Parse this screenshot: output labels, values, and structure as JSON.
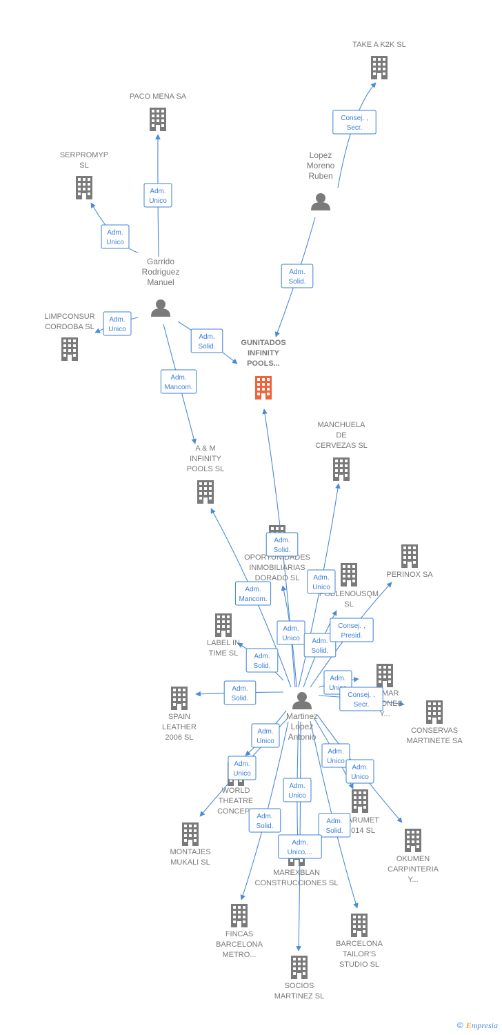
{
  "nodes": [
    {
      "id": "gunitados",
      "type": "company",
      "main": true,
      "lines": [
        "GUNITADOS",
        "INFINITY",
        "POOLS..."
      ]
    },
    {
      "id": "take_a_k2k",
      "type": "company",
      "lines": [
        "TAKE A K2K SL"
      ]
    },
    {
      "id": "paco_mena",
      "type": "company",
      "lines": [
        "PACO MENA SA"
      ]
    },
    {
      "id": "serpromyp",
      "type": "company",
      "lines": [
        "SERPROMYP",
        "SL"
      ]
    },
    {
      "id": "limpconsur",
      "type": "company",
      "lines": [
        "LIMPCONSUR",
        "CORDOBA SL"
      ]
    },
    {
      "id": "lopez_moreno",
      "type": "person",
      "lines": [
        "Lopez",
        "Moreno",
        "Ruben"
      ]
    },
    {
      "id": "garrido",
      "type": "person",
      "lines": [
        "Garrido",
        "Rodriguez",
        "Manuel"
      ]
    },
    {
      "id": "am_infinity",
      "type": "company",
      "lines": [
        "A & M",
        "INFINITY",
        "POOLS SL"
      ]
    },
    {
      "id": "manchuela",
      "type": "company",
      "lines": [
        "MANCHUELA",
        "DE",
        "CERVEZAS SL"
      ]
    },
    {
      "id": "oportunidades",
      "type": "company",
      "lines": [
        "OPORTUNIDADES",
        "INMOBILIARIAS",
        "DORADO SL"
      ]
    },
    {
      "id": "poblenousqm",
      "type": "company",
      "lines": [
        "POBLENOUSQM",
        "SL"
      ]
    },
    {
      "id": "perinox",
      "type": "company",
      "lines": [
        "PERINOX SA"
      ]
    },
    {
      "id": "label_in_time",
      "type": "company",
      "lines": [
        "LABEL IN",
        "TIME SL"
      ]
    },
    {
      "id": "aismar",
      "type": "company",
      "lines": [
        "...SMAR",
        "...CIONES",
        "Y..."
      ]
    },
    {
      "id": "conservas",
      "type": "company",
      "lines": [
        "CONSERVAS",
        "MARTINETE SA"
      ]
    },
    {
      "id": "martinez",
      "type": "person",
      "lines": [
        "Martinez",
        "Lopez",
        "Antonio"
      ]
    },
    {
      "id": "spain_leather",
      "type": "company",
      "lines": [
        "SPAIN",
        "LEATHER",
        "2006 SL"
      ]
    },
    {
      "id": "world_theatre",
      "type": "company",
      "lines": [
        "WORLD",
        "THEATRE",
        "CONCEPT"
      ]
    },
    {
      "id": "montajes",
      "type": "company",
      "lines": [
        "MONTAJES",
        "MUKALI SL"
      ]
    },
    {
      "id": "barumet",
      "type": "company",
      "lines": [
        "...ARUMET",
        "...014 SL"
      ]
    },
    {
      "id": "okumen",
      "type": "company",
      "lines": [
        "OKUMEN",
        "CARPINTERIA",
        "Y..."
      ]
    },
    {
      "id": "marexblan",
      "type": "company",
      "lines": [
        "MAREXBLAN",
        "CONSTRUCCIONES SL"
      ]
    },
    {
      "id": "fincas",
      "type": "company",
      "lines": [
        "FINCAS",
        "BARCELONA",
        "METRO..."
      ]
    },
    {
      "id": "barcelona_tailors",
      "type": "company",
      "lines": [
        "BARCELONA",
        "TAILOR'S",
        "STUDIO SL"
      ]
    },
    {
      "id": "socios",
      "type": "company",
      "lines": [
        "SOCIOS",
        "MARTINEZ SL"
      ]
    }
  ],
  "edges": [
    {
      "from": "lopez_moreno",
      "to": "take_a_k2k",
      "label": [
        "Consej. ,",
        "Secr."
      ]
    },
    {
      "from": "lopez_moreno",
      "to": "gunitados",
      "label": [
        "Adm.",
        "Solid."
      ]
    },
    {
      "from": "garrido",
      "to": "paco_mena",
      "label": [
        "Adm.",
        "Unico"
      ]
    },
    {
      "from": "garrido",
      "to": "serpromyp",
      "label": [
        "Adm.",
        "Unico"
      ]
    },
    {
      "from": "garrido",
      "to": "limpconsur",
      "label": [
        "Adm.",
        "Unico"
      ]
    },
    {
      "from": "garrido",
      "to": "gunitados",
      "label": [
        "Adm.",
        "Solid."
      ]
    },
    {
      "from": "garrido",
      "to": "am_infinity",
      "label": [
        "Adm.",
        "Mancom."
      ]
    },
    {
      "from": "martinez",
      "to": "gunitados",
      "label": [
        "Adm.",
        "Solid."
      ]
    },
    {
      "from": "martinez",
      "to": "am_infinity",
      "label": [
        "Adm.",
        "Mancom."
      ]
    },
    {
      "from": "martinez",
      "to": "manchuela",
      "label": [
        "Adm.",
        "Unico"
      ]
    },
    {
      "from": "martinez",
      "to": "oportunidades",
      "label": [
        "Adm.",
        "Unico"
      ]
    },
    {
      "from": "martinez",
      "to": "poblenousqm",
      "label": [
        "Adm.",
        "Solid."
      ]
    },
    {
      "from": "martinez",
      "to": "perinox",
      "label": [
        "Consej. ,",
        "Presid."
      ]
    },
    {
      "from": "martinez",
      "to": "label_in_time",
      "label": [
        "Adm.",
        "Solid."
      ]
    },
    {
      "from": "martinez",
      "to": "aismar",
      "label": [
        "Adm.",
        "Unico"
      ]
    },
    {
      "from": "martinez",
      "to": "conservas",
      "label": [
        "Consej. ,",
        "Secr."
      ]
    },
    {
      "from": "martinez",
      "to": "spain_leather",
      "label": [
        "Adm.",
        "Solid."
      ]
    },
    {
      "from": "martinez",
      "to": "world_theatre",
      "label": [
        "Adm.",
        "Unico"
      ]
    },
    {
      "from": "martinez",
      "to": "montajes",
      "label": [
        "Adm.",
        "Unico"
      ]
    },
    {
      "from": "martinez",
      "to": "barumet",
      "label": [
        "Adm.",
        "Unico"
      ]
    },
    {
      "from": "martinez",
      "to": "okumen",
      "label": [
        "Adm.",
        "Unico"
      ]
    },
    {
      "from": "martinez",
      "to": "marexblan",
      "label": [
        "Adm.",
        "Unico"
      ]
    },
    {
      "from": "martinez",
      "to": "fincas",
      "label": [
        "Adm.",
        "Solid."
      ]
    },
    {
      "from": "martinez",
      "to": "barcelona_tailors",
      "label": [
        "Adm.",
        "Solid."
      ]
    },
    {
      "from": "martinez",
      "to": "socios",
      "label": [
        "Adm.",
        "Unico,..."
      ]
    }
  ],
  "colors": {
    "edge": "#4a8ad8",
    "company": "#7a7a7a",
    "main_company": "#f0623a",
    "person": "#7a7a7a"
  },
  "footer": {
    "copyright": "©",
    "brand_initial": "E",
    "brand_rest": "mpresia"
  }
}
